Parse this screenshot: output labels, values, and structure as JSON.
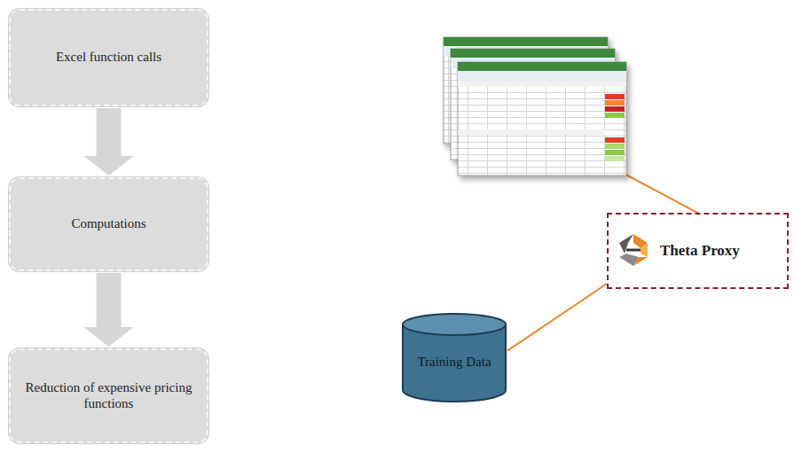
{
  "diagram": {
    "nodes": [
      {
        "text": [
          "Excel function calls"
        ]
      },
      {
        "text": [
          "Computations"
        ]
      },
      {
        "text": [
          "Reduction of expensive pricing functions"
        ]
      },
      {
        "text": [
          "Theta Proxy"
        ]
      },
      {
        "text": [
          "Training Data"
        ]
      }
    ],
    "edges": [
      {
        "from": 0,
        "to": 1,
        "arrow": "to"
      },
      {
        "from": 1,
        "to": 2,
        "arrow": "to"
      },
      {
        "from": 4,
        "to": 3,
        "arrow": "none"
      }
    ]
  }
}
